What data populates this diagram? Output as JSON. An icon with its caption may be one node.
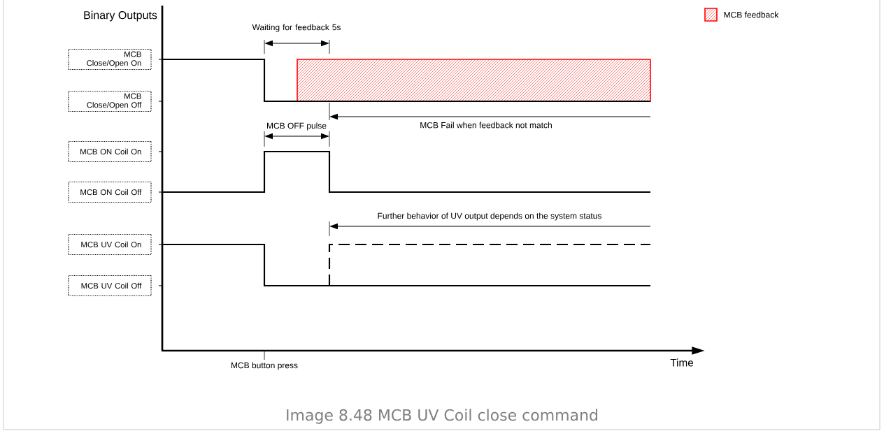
{
  "diagram": {
    "caption": "Image 8.48 MCB UV Coil close command",
    "nodes": [
      {
        "text": [
          "MCB Close/Open On"
        ]
      },
      {
        "text": [
          "MCB Close/Open Off"
        ]
      },
      {
        "text": [
          "MCB ON Coil On"
        ]
      },
      {
        "text": [
          "MCB ON Coil Off"
        ]
      },
      {
        "text": [
          "MCB UV Coil On"
        ]
      },
      {
        "text": [
          "MCB UV Coil Off"
        ]
      }
    ],
    "labels": [
      "Binary Outputs",
      "Waiting for feedback 5s",
      "MCB OFF pulse",
      "MCB Fail when feedback not match",
      "Further behavior of UV output depends on the system status",
      "MCB button press",
      "Time"
    ],
    "legend": [
      {
        "text": "MCB feedback"
      }
    ]
  }
}
